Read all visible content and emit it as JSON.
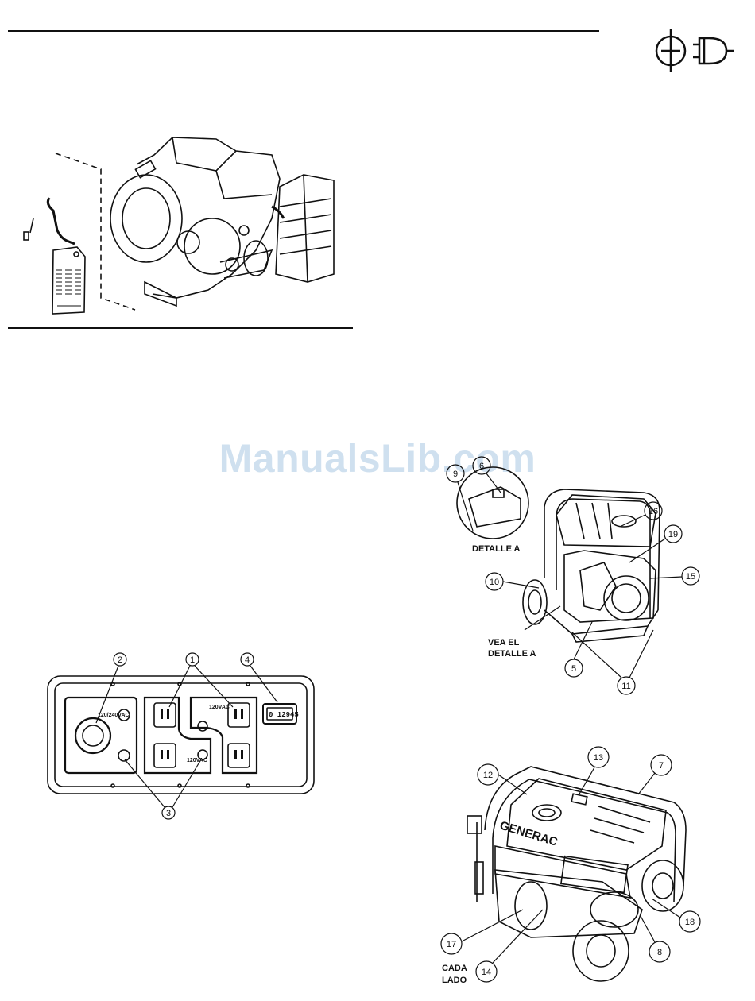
{
  "watermark": "ManualsLib.com",
  "control_panel": {
    "callouts": [
      "1",
      "2",
      "3",
      "4"
    ],
    "labels": {
      "twistlock": "120/240VAC",
      "outlet_group_1": "120VAC",
      "outlet_group_2": "120VAC",
      "hour_meter": "0 12945"
    }
  },
  "rear_view": {
    "callouts": [
      "5",
      "6",
      "9",
      "10",
      "11",
      "15",
      "16",
      "19"
    ],
    "detail_label": "DETALLE A",
    "see_detail_line1": "VEA EL",
    "see_detail_line2": "DETALLE A"
  },
  "front_view": {
    "brand": "GENERAC",
    "callouts": [
      "7",
      "8",
      "12",
      "13",
      "14",
      "17",
      "18"
    ],
    "each_side_line1": "CADA",
    "each_side_line2": "LADO"
  },
  "icons": [
    "fuel-tank-icon",
    "power-plug-icon"
  ]
}
